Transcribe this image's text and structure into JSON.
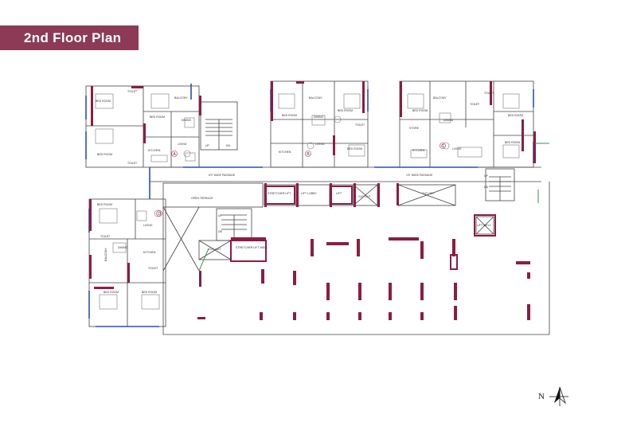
{
  "title": "2nd Floor Plan",
  "labels": {
    "toilet": "TOILET",
    "toilet2": "TOILET",
    "toilet3": "TOILET",
    "toilet4": "TOILET",
    "toilet5": "TOILET",
    "toilet6": "TOILET",
    "bedroom_a1": "BED ROOM",
    "bedroom_a2": "BED ROOM",
    "bedroom_a3": "BED ROOM",
    "balcony_a": "BALCONY",
    "dining_a": "DINING",
    "living_a": "LIVING",
    "kitchen_a": "KITCHEN",
    "bedroom_b1": "BED ROOM",
    "bedroom_b2": "BED ROOM",
    "bedroom_b3": "BED ROOM",
    "balcony_b": "BALCONY",
    "dining_b": "DINING",
    "living_b": "LIVING",
    "kitchen_b": "KITCHEN",
    "toilet_b": "TOILET",
    "bedroom_c1": "BED ROOM",
    "bedroom_c2": "BED ROOM",
    "bedroom_c3": "BED ROOM",
    "balcony_c": "BALCONY",
    "dining_c": "DINING",
    "living_c": "LIVING",
    "kitchen_c": "KITCHEN",
    "store_c": "STORE",
    "bedroom_d1": "BED ROOM",
    "bedroom_d2": "BED ROOM",
    "bedroom_d3": "BED ROOM",
    "living_d": "LIVING",
    "dining_d": "DINING",
    "kitchen_d": "KITCHEN",
    "balcony_d": "BALCONY",
    "passage_left": "6'0\" WIDE PASSAGE",
    "passage_right": "1'6\" WIDE PASSAGE",
    "open_terrace": "OPEN TERRACE",
    "stretcher_lift": "STRETCHER LIFT",
    "lift_lobby": "LIFT LOBBY",
    "lift": "LIFT",
    "cut_out": "CUT OUT",
    "cut_out2": "CUT OUT",
    "cut_out3": "CUT OUT",
    "stretcher_lift_well": "STRETCHER LIFT WELL",
    "lift_well": "LIFT WELL",
    "up": "UP",
    "dn": "DN",
    "up2": "UP",
    "dn2": "DN",
    "up3": "UP",
    "dn3": "DN",
    "unit_a": "A",
    "unit_b": "B",
    "unit_c": "C",
    "unit_d": "D",
    "north": "N"
  },
  "colors": {
    "title_bg": "#8c3a55",
    "wall_accent": "#8b1e3f",
    "window": "#2a4fb5",
    "wall": "#333333"
  }
}
